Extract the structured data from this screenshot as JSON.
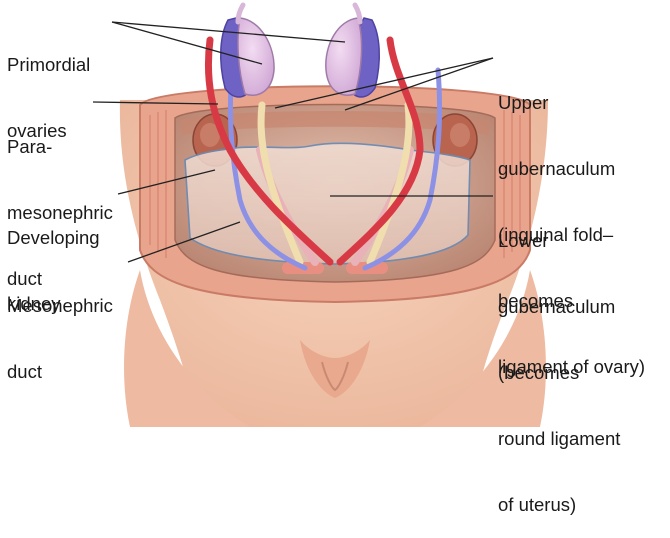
{
  "labels": {
    "primordial_ovaries": [
      "Primordial",
      "ovaries"
    ],
    "paramesonephric_duct": [
      "Para-",
      "mesonephric",
      "duct"
    ],
    "developing_kidney": [
      "Developing",
      "kidney"
    ],
    "mesonephric_duct": [
      "Mesonephric",
      "duct"
    ],
    "upper_gubernaculum": [
      "Upper",
      "gubernaculum",
      "(inguinal fold–",
      "becomes",
      "ligament of ovary)"
    ],
    "lower_gubernaculum": [
      "Lower",
      "gubernaculum",
      "(becomes",
      "round ligament",
      "of uterus)"
    ]
  },
  "colors": {
    "skin": "#f4c9ad",
    "body_wall": "#e79f86",
    "cavity": "#caa08c",
    "ovary": "#e7c6e8",
    "ovary_blue": "#6f63c4",
    "paramesonephric_red": "#d63b46",
    "mesonephric_blue": "#8a8fe6",
    "gubernaculum": "#efbbc2",
    "kidney": "#b86a55"
  }
}
